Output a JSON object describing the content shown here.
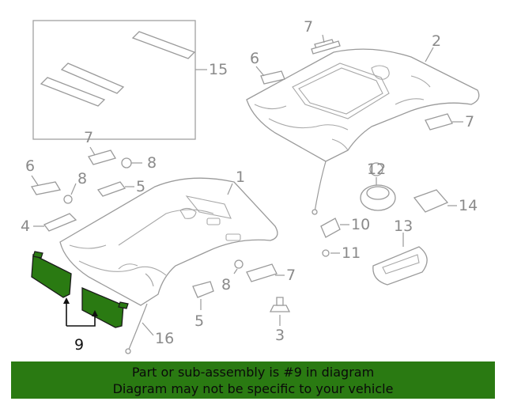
{
  "diagram": {
    "callouts": [
      "1",
      "2",
      "3",
      "4",
      "5",
      "5",
      "6",
      "6",
      "7",
      "7",
      "7",
      "7",
      "8",
      "8",
      "8",
      "9",
      "10",
      "11",
      "12",
      "13",
      "14",
      "15",
      "16"
    ],
    "highlight_color": "#2a7a12",
    "banner_color": "#2a7a12"
  },
  "banner": {
    "line1": "Part or sub-assembly is #9 in diagram",
    "line2": "Diagram may not be specific to your vehicle"
  }
}
